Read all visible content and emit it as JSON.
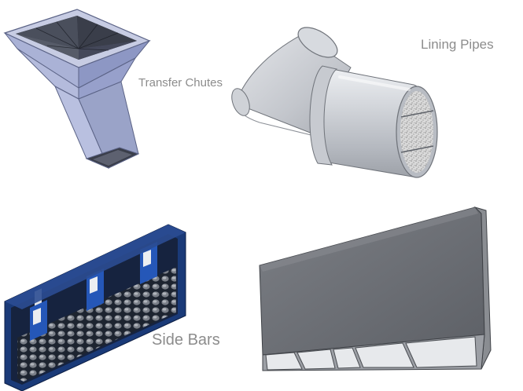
{
  "captions": {
    "transfer_chutes": "Transfer Chutes",
    "lining_pipes": "Lining Pipes",
    "side_bars": "Side Bars"
  },
  "illustrations": [
    {
      "id": "transfer-chute",
      "icon": "transfer-chute-icon"
    },
    {
      "id": "lining-pipe",
      "icon": "lining-pipe-icon"
    },
    {
      "id": "side-bar-panel",
      "icon": "side-bar-panel-icon"
    },
    {
      "id": "wear-plate",
      "icon": "wear-plate-icon"
    }
  ],
  "colors": {
    "caption": "#8c8c8c",
    "chute_face": "#9aa3c8",
    "pipe_metal": "#c8cbd1",
    "side_bar_frame": "#1a3a78",
    "wear_plate": "#6b6e74"
  }
}
